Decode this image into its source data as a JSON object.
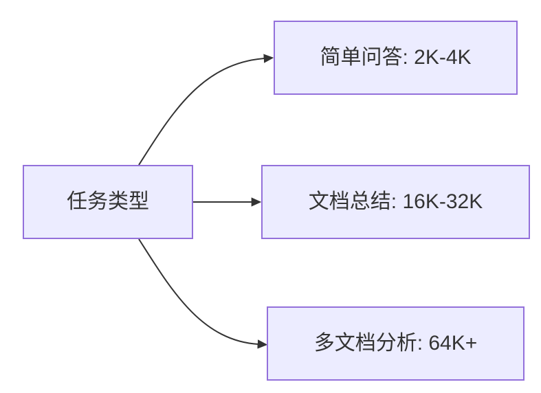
{
  "diagram": {
    "type": "flowchart",
    "direction": "left-to-right",
    "root_node": {
      "id": "task-type",
      "label": "任务类型"
    },
    "branches": [
      {
        "id": "simple-qa",
        "label": "简单问答: 2K-4K"
      },
      {
        "id": "doc-summary",
        "label": "文档总结: 16K-32K"
      },
      {
        "id": "multi-doc",
        "label": "多文档分析: 64K+"
      }
    ],
    "edges": [
      {
        "from": "任务类型",
        "to": "简单问答: 2K-4K",
        "style": "curved-up"
      },
      {
        "from": "任务类型",
        "to": "文档总结: 16K-32K",
        "style": "straight"
      },
      {
        "from": "任务类型",
        "to": "多文档分析: 64K+",
        "style": "curved-down"
      }
    ],
    "colors": {
      "background": "#FFFFFF",
      "node_fill": "#ECECFF",
      "node_border": "#9370DB",
      "edge_stroke": "#333333",
      "text": "#333333"
    }
  }
}
